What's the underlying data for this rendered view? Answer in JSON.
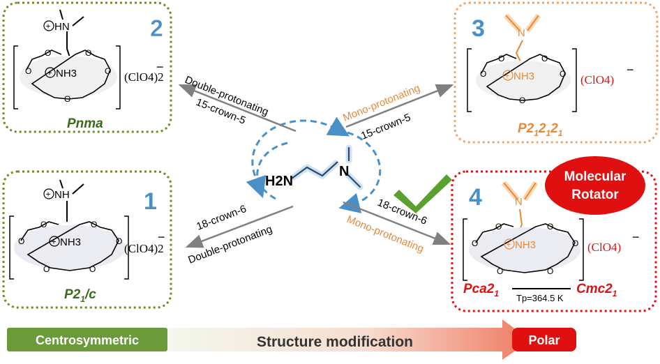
{
  "compounds": [
    {
      "number": "2",
      "space_group": "Pnma",
      "amine_top": "HN",
      "center_group": "NH3",
      "anion": "(ClO4)2",
      "charge": "−",
      "crown": "15-crown-5"
    },
    {
      "number": "3",
      "space_group_main": "P2",
      "space_group_subs": [
        "1",
        "1",
        "1"
      ],
      "space_group_letters": [
        "2",
        "2"
      ],
      "amine_top": "N",
      "center_group": "NH3",
      "anion": "(ClO4)",
      "charge": "−",
      "crown": "15-crown-5"
    },
    {
      "number": "1",
      "space_group_pre": "P2",
      "space_group_sub": "1",
      "space_group_post": "/c",
      "amine_top": "NH",
      "center_group": "NH3",
      "anion": "(ClO4)2",
      "charge": "−",
      "crown": "18-crown-6"
    },
    {
      "number": "4",
      "space_group_left_pre": "Pca2",
      "space_group_left_sub": "1",
      "space_group_right_pre": "Cmc2",
      "space_group_right_sub": "1",
      "transition": "Tp=364.5 K",
      "amine_top": "N",
      "center_group": "NH3",
      "anion": "(ClO4)",
      "charge": "−",
      "crown": "18-crown-6"
    }
  ],
  "center_molecule": {
    "h2n": "H2N",
    "n": "N"
  },
  "arrows": {
    "top_left_a": "Double-protonating",
    "top_left_b": "15-crown-5",
    "top_right_a": "Mono-protonating",
    "top_right_b": "15-crown-5",
    "bottom_left_a": "18-crown-6",
    "bottom_left_b": "Double-protonating",
    "bottom_right_a": "18-crown-6",
    "bottom_right_b": "Mono-protonating"
  },
  "badge": {
    "line1": "Molecular",
    "line2": "Rotator"
  },
  "bottom_bar": {
    "left": "Centrosymmetric",
    "middle": "Structure modification",
    "right": "Polar"
  },
  "colors": {
    "green": "#6b8e23",
    "dark_green": "#3a6b1a",
    "orange": "#e8893a",
    "red": "#e01010",
    "blue": "#4a90c8",
    "check": "#5aa02c"
  }
}
